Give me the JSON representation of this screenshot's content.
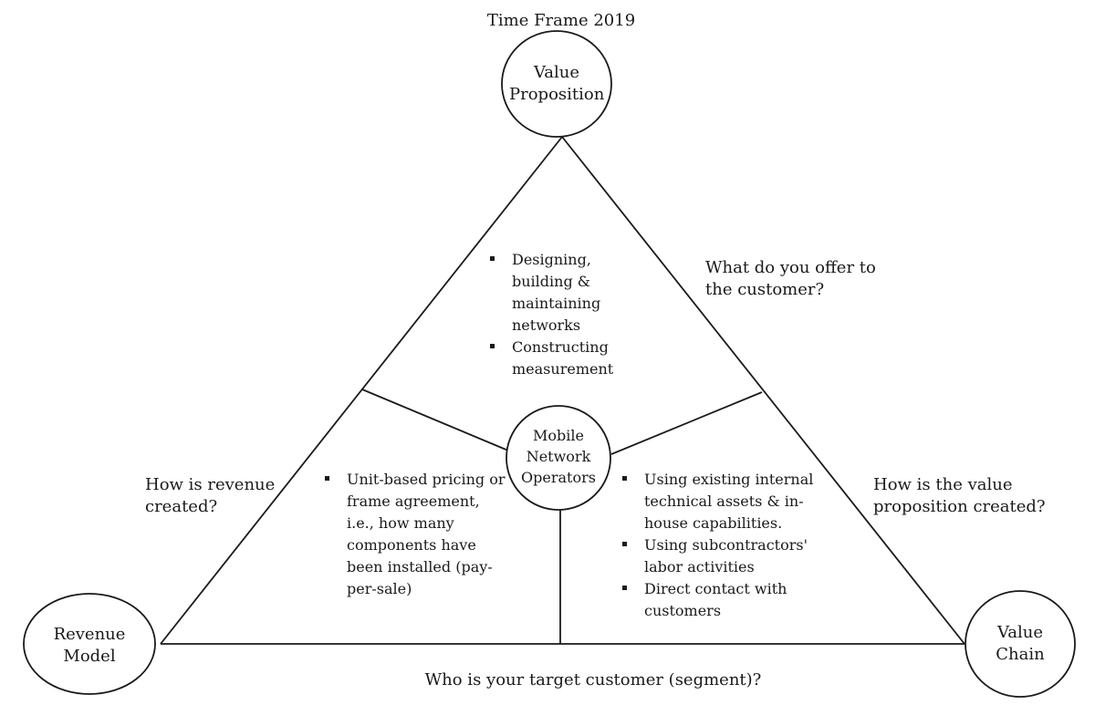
{
  "title": "Time Frame 2019",
  "nodes": {
    "value_proposition": "Value Proposition",
    "revenue_model": "Revenue Model",
    "value_chain": "Value Chain",
    "center": "Mobile Network Operators"
  },
  "questions": {
    "value_proposition": "What do you offer to the customer?",
    "revenue_model": "How is revenue created?",
    "value_chain": "How is the value proposition created?",
    "target_customer": "Who is your target customer (segment)?"
  },
  "lists": {
    "value_proposition": [
      "Designing, building & maintaining networks",
      "Constructing measurement"
    ],
    "revenue_model": [
      "Unit-based pricing or  frame agreement,  i.e., how many components have been installed (pay-per-sale)"
    ],
    "value_chain": [
      "Using existing internal technical assets & in-house capabilities.",
      " Using subcontractors' labor activities",
      "Direct contact with customers"
    ]
  }
}
